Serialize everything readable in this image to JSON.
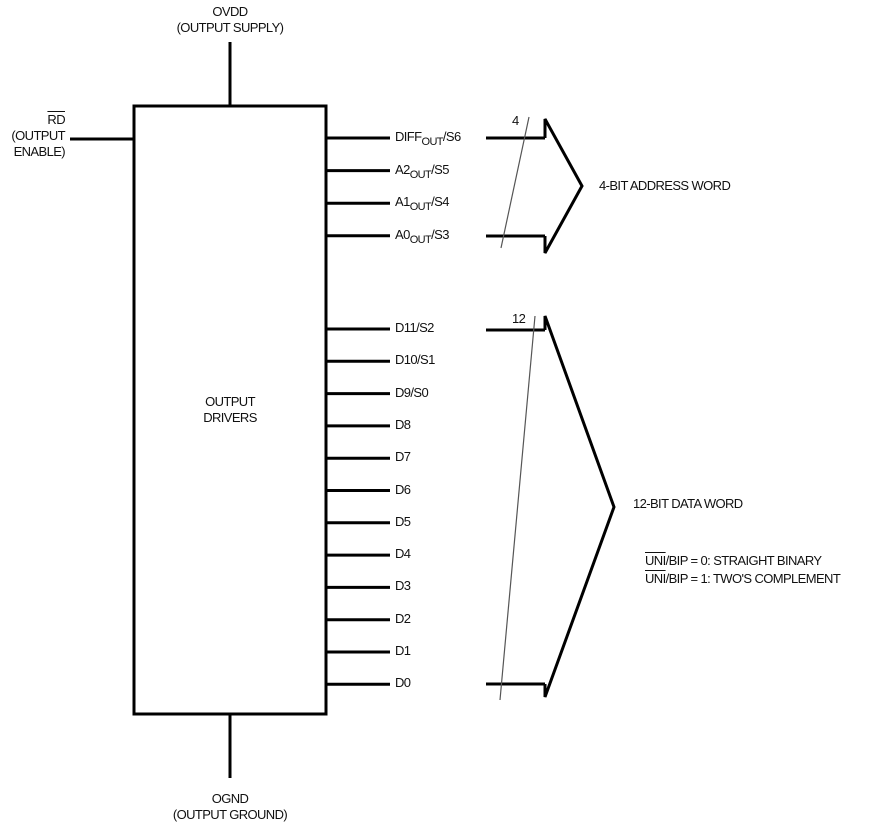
{
  "diagram": {
    "block": {
      "label_line1": "OUTPUT",
      "label_line2": "DRIVERS"
    },
    "supply": {
      "name": "OVDD",
      "desc": "(OUTPUT SUPPLY)"
    },
    "ground": {
      "name": "OGND",
      "desc": "(OUTPUT GROUND)"
    },
    "enable": {
      "name": "RD",
      "desc_line1": "(OUTPUT",
      "desc_line2": "ENABLE)"
    },
    "address_pins": [
      {
        "main": "DIFF",
        "sub": "OUT",
        "suffix": "/S6"
      },
      {
        "main": "A2",
        "sub": "OUT",
        "suffix": "/S5"
      },
      {
        "main": "A1",
        "sub": "OUT",
        "suffix": "/S4"
      },
      {
        "main": "A0",
        "sub": "OUT",
        "suffix": "/S3"
      }
    ],
    "data_pins": [
      "D11/S2",
      "D10/S1",
      "D9/S0",
      "D8",
      "D7",
      "D6",
      "D5",
      "D4",
      "D3",
      "D2",
      "D1",
      "D0"
    ],
    "address_bus": {
      "width": "4",
      "label": "4-BIT ADDRESS WORD"
    },
    "data_bus": {
      "width": "12",
      "label": "12-BIT DATA WORD"
    },
    "notes": [
      {
        "over": "UNI",
        "rest": "/BIP = 0: STRAIGHT BINARY"
      },
      {
        "over": "UNI",
        "rest": "/BIP = 1: TWO'S COMPLEMENT"
      }
    ]
  }
}
